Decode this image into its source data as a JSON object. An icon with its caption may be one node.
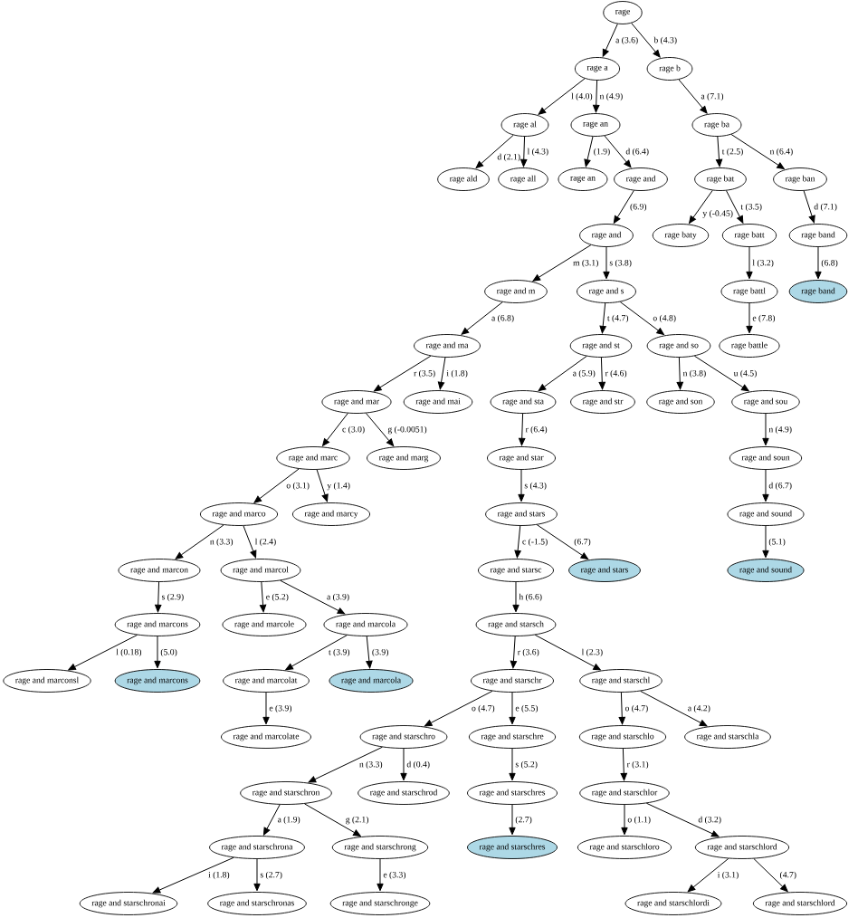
{
  "diagram": {
    "nodes": [
      {
        "text": [
          "rage"
        ]
      },
      {
        "text": [
          "rage a"
        ]
      },
      {
        "text": [
          "rage b"
        ]
      },
      {
        "text": [
          "rage al"
        ]
      },
      {
        "text": [
          "rage an"
        ]
      },
      {
        "text": [
          "rage ba"
        ]
      },
      {
        "text": [
          "rage ald"
        ]
      },
      {
        "text": [
          "rage all"
        ]
      },
      {
        "text": [
          "rage an"
        ]
      },
      {
        "text": [
          "rage and"
        ]
      },
      {
        "text": [
          "rage bat"
        ]
      },
      {
        "text": [
          "rage ban"
        ]
      },
      {
        "text": [
          "rage and"
        ]
      },
      {
        "text": [
          "rage baty"
        ]
      },
      {
        "text": [
          "rage batt"
        ]
      },
      {
        "text": [
          "rage band"
        ]
      },
      {
        "text": [
          "rage and m"
        ]
      },
      {
        "text": [
          "rage and s"
        ]
      },
      {
        "text": [
          "rage battl"
        ]
      },
      {
        "text": [
          "rage band"
        ]
      },
      {
        "text": [
          "rage and ma"
        ]
      },
      {
        "text": [
          "rage and st"
        ]
      },
      {
        "text": [
          "rage and so"
        ]
      },
      {
        "text": [
          "rage battle"
        ]
      },
      {
        "text": [
          "rage and mar"
        ]
      },
      {
        "text": [
          "rage and mai"
        ]
      },
      {
        "text": [
          "rage and sta"
        ]
      },
      {
        "text": [
          "rage and str"
        ]
      },
      {
        "text": [
          "rage and son"
        ]
      },
      {
        "text": [
          "rage and sou"
        ]
      },
      {
        "text": [
          "rage and marc"
        ]
      },
      {
        "text": [
          "rage and marg"
        ]
      },
      {
        "text": [
          "rage and star"
        ]
      },
      {
        "text": [
          "rage and soun"
        ]
      },
      {
        "text": [
          "rage and marco"
        ]
      },
      {
        "text": [
          "rage and marcy"
        ]
      },
      {
        "text": [
          "rage and stars"
        ]
      },
      {
        "text": [
          "rage and sound"
        ]
      },
      {
        "text": [
          "rage and marcon"
        ]
      },
      {
        "text": [
          "rage and marcol"
        ]
      },
      {
        "text": [
          "rage and starsc"
        ]
      },
      {
        "text": [
          "rage and stars"
        ]
      },
      {
        "text": [
          "rage and sound"
        ]
      },
      {
        "text": [
          "rage and marcons"
        ]
      },
      {
        "text": [
          "rage and marcole"
        ]
      },
      {
        "text": [
          "rage and marcola"
        ]
      },
      {
        "text": [
          "rage and starsch"
        ]
      },
      {
        "text": [
          "rage and marconsl"
        ]
      },
      {
        "text": [
          "rage and marcons"
        ]
      },
      {
        "text": [
          "rage and marcolat"
        ]
      },
      {
        "text": [
          "rage and marcola"
        ]
      },
      {
        "text": [
          "rage and starschr"
        ]
      },
      {
        "text": [
          "rage and starschl"
        ]
      },
      {
        "text": [
          "rage and marcolate"
        ]
      },
      {
        "text": [
          "rage and starschro"
        ]
      },
      {
        "text": [
          "rage and starschre"
        ]
      },
      {
        "text": [
          "rage and starschlo"
        ]
      },
      {
        "text": [
          "rage and starschla"
        ]
      },
      {
        "text": [
          "rage and starschron"
        ]
      },
      {
        "text": [
          "rage and starschrod"
        ]
      },
      {
        "text": [
          "rage and starschres"
        ]
      },
      {
        "text": [
          "rage and starschlor"
        ]
      },
      {
        "text": [
          "rage and starschrona"
        ]
      },
      {
        "text": [
          "rage and starschrong"
        ]
      },
      {
        "text": [
          "rage and starschres"
        ]
      },
      {
        "text": [
          "rage and starschloro"
        ]
      },
      {
        "text": [
          "rage and starschlord"
        ]
      },
      {
        "text": [
          "rage and starschronai"
        ]
      },
      {
        "text": [
          "rage and starschronas"
        ]
      },
      {
        "text": [
          "rage and starschronge"
        ]
      },
      {
        "text": [
          "rage and starschlordi"
        ]
      },
      {
        "text": [
          "rage and starschlord"
        ]
      }
    ],
    "edges": [
      {
        "from": 0,
        "to": 1,
        "arrow": "to",
        "label": "a (3.6)"
      },
      {
        "from": 0,
        "to": 2,
        "arrow": "to",
        "label": "b (4.3)"
      },
      {
        "from": 1,
        "to": 3,
        "arrow": "to",
        "label": "l (4.0)"
      },
      {
        "from": 1,
        "to": 4,
        "arrow": "to",
        "label": "n (4.9)"
      },
      {
        "from": 2,
        "to": 5,
        "arrow": "to",
        "label": "a (7.1)"
      },
      {
        "from": 3,
        "to": 6,
        "arrow": "to",
        "label": "d (2.1)"
      },
      {
        "from": 3,
        "to": 7,
        "arrow": "to",
        "label": "l (4.3)"
      },
      {
        "from": 4,
        "to": 8,
        "arrow": "to",
        "label": "(1.9)"
      },
      {
        "from": 4,
        "to": 9,
        "arrow": "to",
        "label": "d (6.4)"
      },
      {
        "from": 5,
        "to": 10,
        "arrow": "to",
        "label": "t (2.5)"
      },
      {
        "from": 5,
        "to": 11,
        "arrow": "to",
        "label": "n (6.4)"
      },
      {
        "from": 9,
        "to": 12,
        "arrow": "to",
        "label": "(6.9)"
      },
      {
        "from": 10,
        "to": 13,
        "arrow": "to",
        "label": "y (-0.45)"
      },
      {
        "from": 10,
        "to": 14,
        "arrow": "to",
        "label": "t (3.5)"
      },
      {
        "from": 11,
        "to": 15,
        "arrow": "to",
        "label": "d (7.1)"
      },
      {
        "from": 12,
        "to": 16,
        "arrow": "to",
        "label": "m (3.1)"
      },
      {
        "from": 12,
        "to": 17,
        "arrow": "to",
        "label": "s (3.8)"
      },
      {
        "from": 14,
        "to": 18,
        "arrow": "to",
        "label": "l (3.2)"
      },
      {
        "from": 15,
        "to": 19,
        "arrow": "to",
        "label": "(6.8)"
      },
      {
        "from": 16,
        "to": 20,
        "arrow": "to",
        "label": "a (6.8)"
      },
      {
        "from": 17,
        "to": 21,
        "arrow": "to",
        "label": "t (4.7)"
      },
      {
        "from": 17,
        "to": 22,
        "arrow": "to",
        "label": "o (4.8)"
      },
      {
        "from": 18,
        "to": 23,
        "arrow": "to",
        "label": "e (7.8)"
      },
      {
        "from": 20,
        "to": 24,
        "arrow": "to",
        "label": "r (3.5)"
      },
      {
        "from": 20,
        "to": 25,
        "arrow": "to",
        "label": "i (1.8)"
      },
      {
        "from": 21,
        "to": 26,
        "arrow": "to",
        "label": "a (5.9)"
      },
      {
        "from": 21,
        "to": 27,
        "arrow": "to",
        "label": "r (4.6)"
      },
      {
        "from": 22,
        "to": 28,
        "arrow": "to",
        "label": "n (3.8)"
      },
      {
        "from": 22,
        "to": 29,
        "arrow": "to",
        "label": "u (4.5)"
      },
      {
        "from": 24,
        "to": 30,
        "arrow": "to",
        "label": "c (3.0)"
      },
      {
        "from": 24,
        "to": 31,
        "arrow": "to",
        "label": "g (-0.0051)"
      },
      {
        "from": 26,
        "to": 32,
        "arrow": "to",
        "label": "r (6.4)"
      },
      {
        "from": 29,
        "to": 33,
        "arrow": "to",
        "label": "n (4.9)"
      },
      {
        "from": 30,
        "to": 34,
        "arrow": "to",
        "label": "o (3.1)"
      },
      {
        "from": 30,
        "to": 35,
        "arrow": "to",
        "label": "y (1.4)"
      },
      {
        "from": 32,
        "to": 36,
        "arrow": "to",
        "label": "s (4.3)"
      },
      {
        "from": 33,
        "to": 37,
        "arrow": "to",
        "label": "d (6.7)"
      },
      {
        "from": 34,
        "to": 38,
        "arrow": "to",
        "label": "n (3.3)"
      },
      {
        "from": 34,
        "to": 39,
        "arrow": "to",
        "label": "l (2.4)"
      },
      {
        "from": 36,
        "to": 40,
        "arrow": "to",
        "label": "c (-1.5)"
      },
      {
        "from": 36,
        "to": 41,
        "arrow": "to",
        "label": "(6.7)"
      },
      {
        "from": 37,
        "to": 42,
        "arrow": "to",
        "label": "(5.1)"
      },
      {
        "from": 38,
        "to": 43,
        "arrow": "to",
        "label": "s (2.9)"
      },
      {
        "from": 39,
        "to": 44,
        "arrow": "to",
        "label": "e (5.2)"
      },
      {
        "from": 39,
        "to": 45,
        "arrow": "to",
        "label": "a (3.9)"
      },
      {
        "from": 40,
        "to": 46,
        "arrow": "to",
        "label": "h (6.6)"
      },
      {
        "from": 43,
        "to": 47,
        "arrow": "to",
        "label": "l (0.18)"
      },
      {
        "from": 43,
        "to": 48,
        "arrow": "to",
        "label": "(5.0)"
      },
      {
        "from": 45,
        "to": 49,
        "arrow": "to",
        "label": "t (3.9)"
      },
      {
        "from": 45,
        "to": 50,
        "arrow": "to",
        "label": "(3.9)"
      },
      {
        "from": 46,
        "to": 51,
        "arrow": "to",
        "label": "r (3.6)"
      },
      {
        "from": 46,
        "to": 52,
        "arrow": "to",
        "label": "l (2.3)"
      },
      {
        "from": 49,
        "to": 53,
        "arrow": "to",
        "label": "e (3.9)"
      },
      {
        "from": 51,
        "to": 54,
        "arrow": "to",
        "label": "o (4.7)"
      },
      {
        "from": 51,
        "to": 55,
        "arrow": "to",
        "label": "e (5.5)"
      },
      {
        "from": 52,
        "to": 56,
        "arrow": "to",
        "label": "o (4.7)"
      },
      {
        "from": 52,
        "to": 57,
        "arrow": "to",
        "label": "a (4.2)"
      },
      {
        "from": 54,
        "to": 58,
        "arrow": "to",
        "label": "n (3.3)"
      },
      {
        "from": 54,
        "to": 59,
        "arrow": "to",
        "label": "d (0.4)"
      },
      {
        "from": 55,
        "to": 60,
        "arrow": "to",
        "label": "s (5.2)"
      },
      {
        "from": 56,
        "to": 61,
        "arrow": "to",
        "label": "r (3.1)"
      },
      {
        "from": 58,
        "to": 62,
        "arrow": "to",
        "label": "a (1.9)"
      },
      {
        "from": 58,
        "to": 63,
        "arrow": "to",
        "label": "g (2.1)"
      },
      {
        "from": 60,
        "to": 64,
        "arrow": "to",
        "label": "(2.7)"
      },
      {
        "from": 61,
        "to": 65,
        "arrow": "to",
        "label": "o (1.1)"
      },
      {
        "from": 61,
        "to": 66,
        "arrow": "to",
        "label": "d (3.2)"
      },
      {
        "from": 62,
        "to": 67,
        "arrow": "to",
        "label": "i (1.8)"
      },
      {
        "from": 62,
        "to": 68,
        "arrow": "to",
        "label": "s (2.7)"
      },
      {
        "from": 63,
        "to": 69,
        "arrow": "to",
        "label": "e (3.3)"
      },
      {
        "from": 66,
        "to": 70,
        "arrow": "to",
        "label": "i (3.1)"
      },
      {
        "from": 66,
        "to": 71,
        "arrow": "to",
        "label": "(4.7)"
      }
    ]
  }
}
